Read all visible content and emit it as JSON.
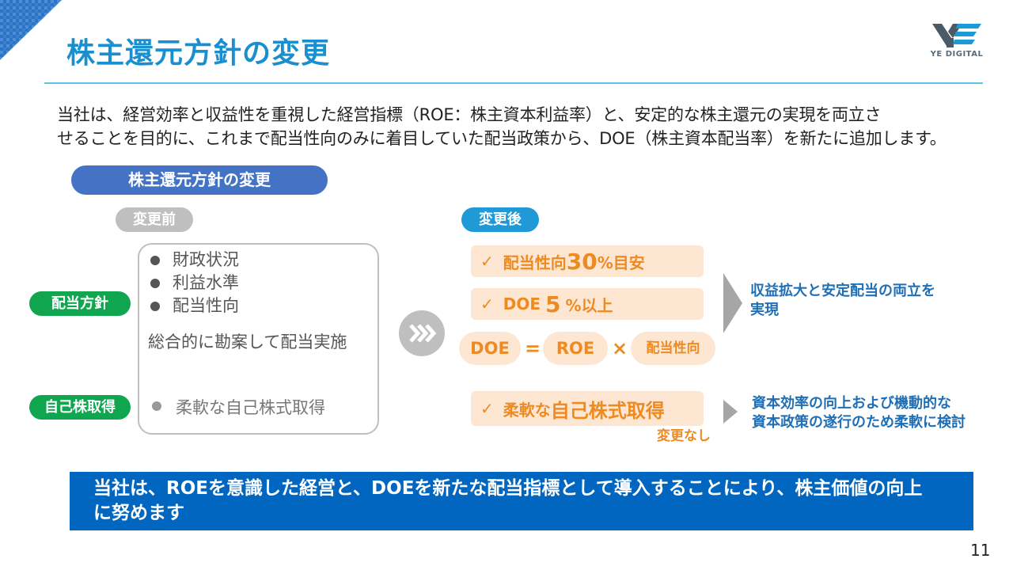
{
  "slide": {
    "title": "株主還元方針の変更",
    "logo_text": "YE DIGITAL",
    "page_number": "11",
    "intro_lines": [
      "当社は、経営効率と収益性を重視した経営指標（ROE：株主資本利益率）と、安定的な株主還元の実現を両立さ",
      "せることを目的に、これまで配当性向のみに着目していた配当政策から、DOE（株主資本配当率）を新たに追加します。"
    ],
    "section_label": "株主還元方針の変更",
    "before_label": "変更前",
    "after_label": "変更後",
    "dividend_policy_label": "配当方針",
    "buyback_label": "自己株取得",
    "before": {
      "bullets": [
        "財政状況",
        "利益水準",
        "配当性向"
      ],
      "summary": "総合的に勘案して配当実施",
      "buyback": "柔軟な自己株式取得"
    },
    "after": {
      "check_mark": "✓",
      "payout_prefix": "配当性向",
      "payout_number": "30",
      "payout_suffix": "%目安",
      "doe_prefix": "DOE",
      "doe_number": "5",
      "doe_suffix": "%以上",
      "formula": {
        "doe": "DOE",
        "equals": "=",
        "roe": "ROE",
        "times": "×",
        "payout": "配当性向"
      },
      "buyback_prefix": "柔軟な",
      "buyback_main": "自己株式取得",
      "unchanged": "変更なし"
    },
    "results": {
      "dividend": [
        "収益拡大と安定配当の両立を",
        "実現"
      ],
      "buyback": [
        "資本効率の向上および機動的な",
        "資本政策の遂行のため柔軟に検討"
      ]
    },
    "banner_lines": [
      "当社は、ROEを意識した経営と、DOEを新たな配当指標として導入することにより、株主価値の向上",
      "に努めます"
    ],
    "colors": {
      "title": "#1a8fd0",
      "section_pill": "#4472c4",
      "after_pill": "#1f9ad6",
      "green_pill": "#0fa64f",
      "orange_text": "#ee8a22",
      "peach_bg": "#fde7d3",
      "result_text": "#1f6fb6",
      "banner": "#0066c0"
    },
    "icons": [
      "corner-triangle-decoration",
      "ye-digital-logo",
      "triple-chevron-right-icon",
      "result-arrow-icon",
      "check-icon"
    ]
  }
}
